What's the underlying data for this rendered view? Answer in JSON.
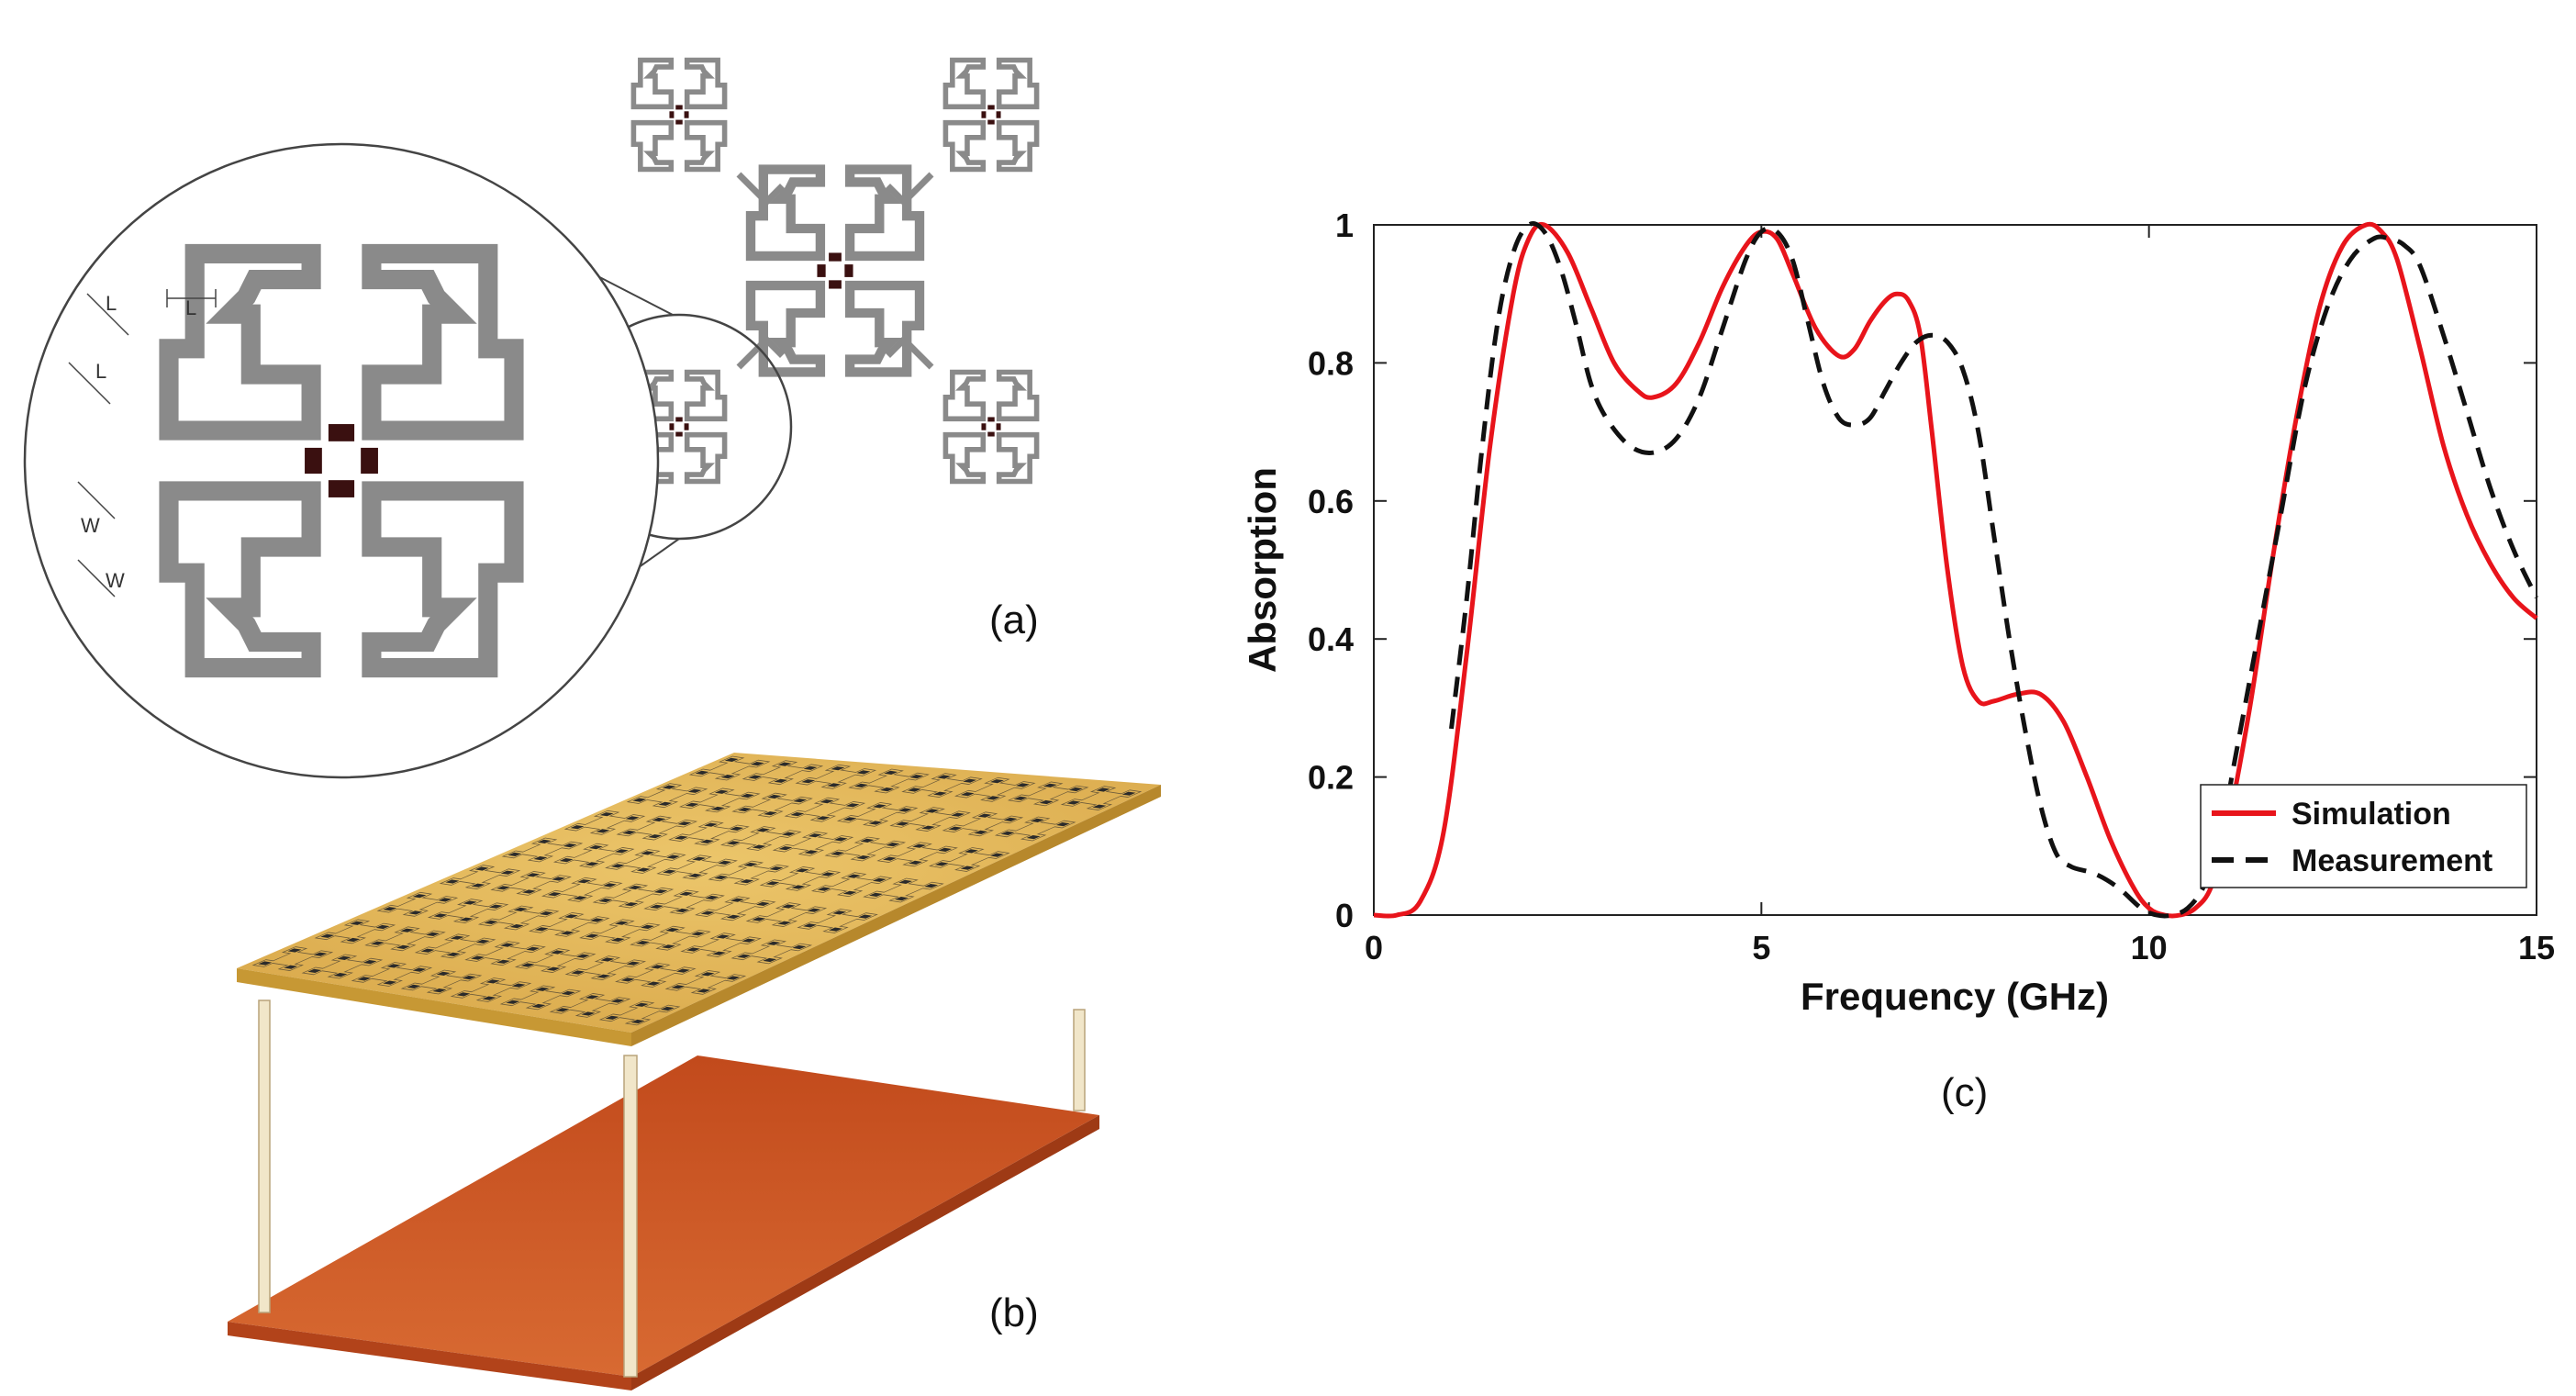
{
  "panels": {
    "a_label": "(a)",
    "b_label": "(b)",
    "c_label": "(c)"
  },
  "unit_cell": {
    "dimension_labels": [
      "L",
      "L",
      "L",
      "W",
      "W"
    ]
  },
  "colors": {
    "trace": "#8a8a8a",
    "lumped_element": "#3a1010",
    "board_top": "#e3b75a",
    "board_bottom": "#c4501f",
    "simulation": "#e8141b",
    "measurement": "#111111"
  },
  "chart_data": {
    "type": "line",
    "xlabel": "Frequency (GHz)",
    "ylabel": "Absorption",
    "xlim": [
      0,
      15
    ],
    "ylim": [
      0,
      1
    ],
    "xticks": [
      0,
      5,
      10,
      15
    ],
    "yticks": [
      0,
      0.2,
      0.4,
      0.6,
      0.8,
      1
    ],
    "x_tick_labels": [
      "0",
      "5",
      "10",
      "15"
    ],
    "y_tick_labels": [
      "0",
      "0.2",
      "0.4",
      "0.6",
      "0.8",
      "1"
    ],
    "grid": false,
    "legend_position": "bottom-right",
    "series": [
      {
        "name": "Simulation",
        "style": "solid",
        "color": "#e8141b",
        "x": [
          0,
          0.3,
          0.6,
          0.9,
          1.2,
          1.5,
          1.8,
          2.0,
          2.2,
          2.5,
          2.8,
          3.1,
          3.4,
          3.6,
          3.9,
          4.2,
          4.5,
          4.8,
          5.0,
          5.2,
          5.4,
          5.7,
          6.0,
          6.2,
          6.4,
          6.6,
          6.75,
          6.9,
          7.05,
          7.2,
          7.4,
          7.6,
          7.8,
          8.0,
          8.3,
          8.6,
          8.9,
          9.2,
          9.5,
          9.8,
          10.0,
          10.2,
          10.4,
          10.6,
          10.8,
          11.0,
          11.3,
          11.6,
          11.9,
          12.2,
          12.5,
          12.8,
          13.0,
          13.2,
          13.5,
          13.8,
          14.1,
          14.4,
          14.7,
          15.0
        ],
        "y": [
          0,
          0.0,
          0.02,
          0.12,
          0.38,
          0.68,
          0.9,
          0.98,
          1.0,
          0.96,
          0.88,
          0.8,
          0.76,
          0.75,
          0.77,
          0.83,
          0.91,
          0.97,
          0.99,
          0.98,
          0.93,
          0.85,
          0.81,
          0.82,
          0.86,
          0.89,
          0.9,
          0.89,
          0.84,
          0.7,
          0.5,
          0.36,
          0.31,
          0.31,
          0.32,
          0.32,
          0.28,
          0.2,
          0.11,
          0.04,
          0.01,
          0.0,
          0.0,
          0.01,
          0.04,
          0.12,
          0.3,
          0.52,
          0.72,
          0.88,
          0.97,
          1.0,
          0.99,
          0.95,
          0.82,
          0.68,
          0.58,
          0.51,
          0.46,
          0.43
        ]
      },
      {
        "name": "Measurement",
        "style": "dashed",
        "color": "#111111",
        "x": [
          1.0,
          1.2,
          1.4,
          1.6,
          1.8,
          2.0,
          2.2,
          2.4,
          2.6,
          2.8,
          3.0,
          3.3,
          3.6,
          3.9,
          4.2,
          4.5,
          4.8,
          5.0,
          5.2,
          5.4,
          5.6,
          5.8,
          6.0,
          6.2,
          6.4,
          6.6,
          6.8,
          7.0,
          7.2,
          7.4,
          7.6,
          7.8,
          8.0,
          8.2,
          8.4,
          8.6,
          8.8,
          9.0,
          9.3,
          9.6,
          9.9,
          10.1,
          10.3,
          10.5,
          10.7,
          10.9,
          11.1,
          11.4,
          11.7,
          12.0,
          12.3,
          12.6,
          12.9,
          13.1,
          13.3,
          13.5,
          13.8,
          14.1,
          14.4,
          14.7,
          15.0
        ],
        "y": [
          0.27,
          0.46,
          0.68,
          0.86,
          0.96,
          1.0,
          0.99,
          0.94,
          0.86,
          0.77,
          0.72,
          0.68,
          0.67,
          0.69,
          0.75,
          0.85,
          0.95,
          0.99,
          0.99,
          0.95,
          0.86,
          0.77,
          0.72,
          0.71,
          0.72,
          0.76,
          0.8,
          0.83,
          0.84,
          0.83,
          0.79,
          0.7,
          0.55,
          0.4,
          0.27,
          0.16,
          0.09,
          0.07,
          0.06,
          0.04,
          0.01,
          0.0,
          0.0,
          0.01,
          0.04,
          0.1,
          0.22,
          0.4,
          0.58,
          0.76,
          0.88,
          0.95,
          0.98,
          0.98,
          0.97,
          0.94,
          0.84,
          0.73,
          0.62,
          0.53,
          0.46
        ]
      }
    ]
  }
}
